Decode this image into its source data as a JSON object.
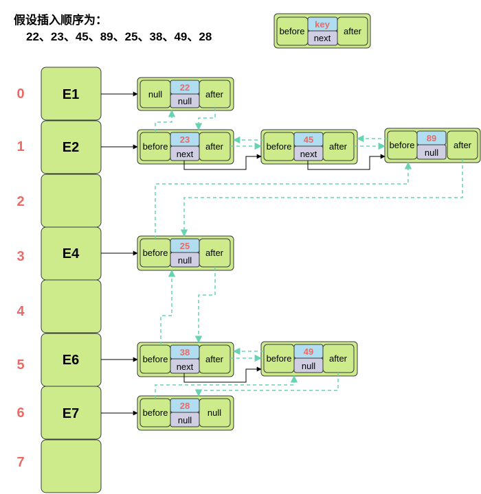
{
  "header": {
    "title": "假设插入顺序为：",
    "sequence": "22、23、45、89、25、38、49、28"
  },
  "legend": {
    "before": "before",
    "key": "key",
    "next": "next",
    "after": "after"
  },
  "buckets": [
    {
      "index": "0",
      "label": "E1"
    },
    {
      "index": "1",
      "label": "E2"
    },
    {
      "index": "2",
      "label": ""
    },
    {
      "index": "3",
      "label": "E4"
    },
    {
      "index": "4",
      "label": ""
    },
    {
      "index": "5",
      "label": "E6"
    },
    {
      "index": "6",
      "label": "E7"
    },
    {
      "index": "7",
      "label": ""
    }
  ],
  "nodes": [
    {
      "id": "n22",
      "before": "null",
      "key": "22",
      "next": "null",
      "after": "after"
    },
    {
      "id": "n23",
      "before": "before",
      "key": "23",
      "next": "next",
      "after": "after"
    },
    {
      "id": "n45",
      "before": "before",
      "key": "45",
      "next": "next",
      "after": "after"
    },
    {
      "id": "n89",
      "before": "before",
      "key": "89",
      "next": "null",
      "after": "after"
    },
    {
      "id": "n25",
      "before": "before",
      "key": "25",
      "next": "null",
      "after": "after"
    },
    {
      "id": "n38",
      "before": "before",
      "key": "38",
      "next": "next",
      "after": "after"
    },
    {
      "id": "n49",
      "before": "before",
      "key": "49",
      "next": "null",
      "after": "after"
    },
    {
      "id": "n28",
      "before": "before",
      "key": "28",
      "next": "null",
      "after": "null"
    }
  ],
  "colors": {
    "cell_fill": "#cdeb8b",
    "key_fill": "#b1ddf0",
    "next_fill": "#d0cee2",
    "outline": "#36393d",
    "dashed_link": "#67d3b3",
    "index_text": "#ea6b66"
  }
}
